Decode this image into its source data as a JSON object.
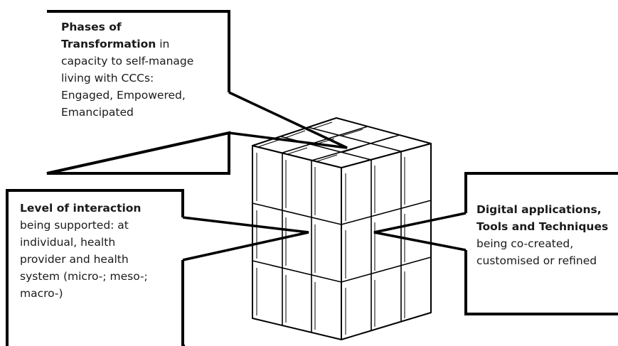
{
  "callouts": {
    "phases": {
      "bold1": "Phases of",
      "bold2": "Transformation",
      "rest2": " in",
      "line3": "capacity to self-manage",
      "line4": "living with CCCs:",
      "line5": "Engaged, Empowered,",
      "line6": "Emancipated"
    },
    "level": {
      "bold": "Level of interaction",
      "line2": "being supported: at",
      "line3": "individual, health",
      "line4": "provider and health",
      "line5": "system (micro-; meso-;",
      "line6": "macro-)"
    },
    "digital": {
      "bold1": "Digital applications,",
      "bold2": "Tools and Techniques",
      "line3": "being co-created,",
      "line4": "customised or refined"
    }
  },
  "cube": {
    "label": "Rubik's-style cube",
    "grid": "3x3x3"
  },
  "colors": {
    "stroke": "#000000",
    "background": "#ffffff"
  }
}
